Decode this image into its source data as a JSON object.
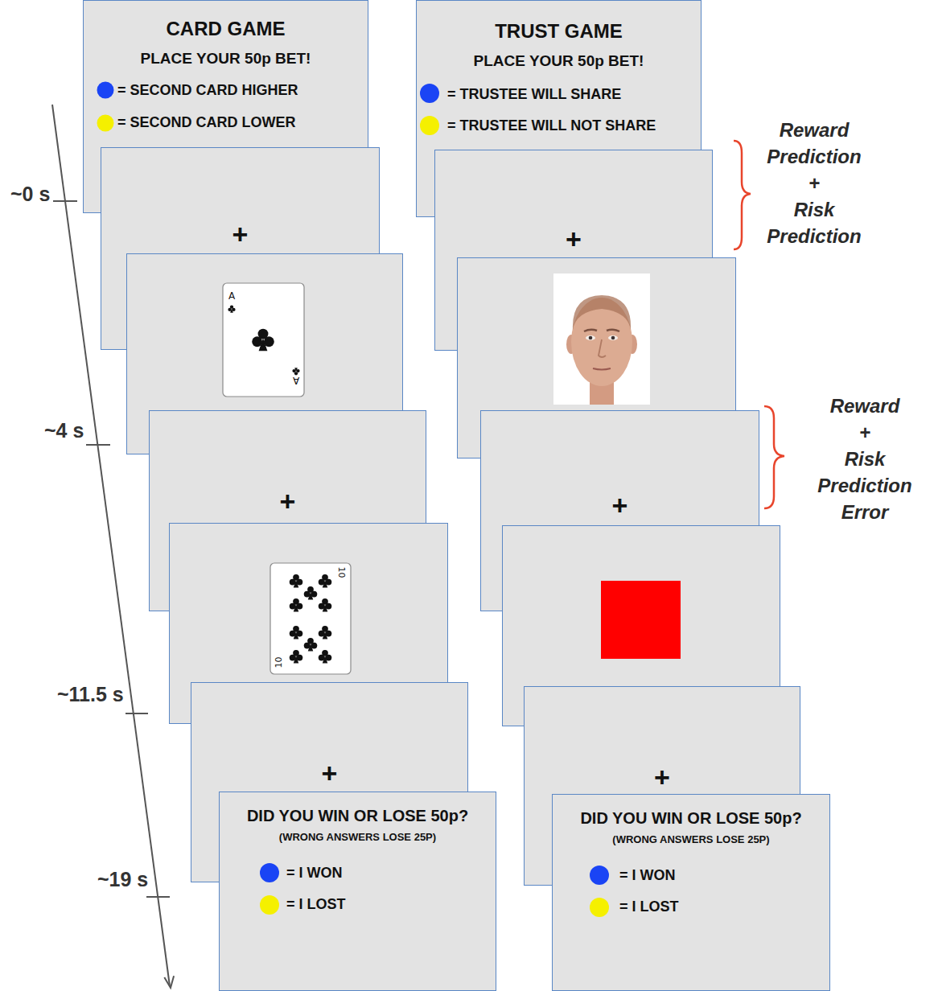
{
  "diagram": {
    "nodes": [
      {
        "text": [
          "CARD GAME",
          "PLACE YOUR 50p BET!",
          "= SECOND CARD HIGHER",
          "= SECOND CARD LOWER"
        ]
      },
      {
        "text": [
          "+"
        ]
      },
      {
        "text": [
          "+"
        ]
      },
      {
        "text": [
          "+"
        ]
      },
      {
        "text": [
          "DID YOU WIN OR LOSE 50p?",
          "(WRONG ANSWERS LOSE 25P)",
          "= I WON",
          "= I LOST"
        ]
      },
      {
        "text": [
          "TRUST GAME",
          "PLACE YOUR 50p BET!",
          "= TRUSTEE WILL SHARE",
          "= TRUSTEE WILL NOT SHARE"
        ]
      },
      {
        "text": [
          "+"
        ]
      },
      {
        "text": [
          "+"
        ]
      },
      {
        "text": [
          "+"
        ]
      },
      {
        "text": [
          "DID YOU WIN OR LOSE 50p?",
          "(WRONG ANSWERS LOSE 25P)",
          "= I WON",
          "= I LOST"
        ]
      }
    ],
    "labels": [
      "~0 s",
      "~4 s",
      "~11.5 s",
      "~19 s",
      "A",
      "A",
      "10",
      "10",
      "Reward Prediction + Risk Prediction",
      "Reward + Risk Prediction Error"
    ]
  }
}
